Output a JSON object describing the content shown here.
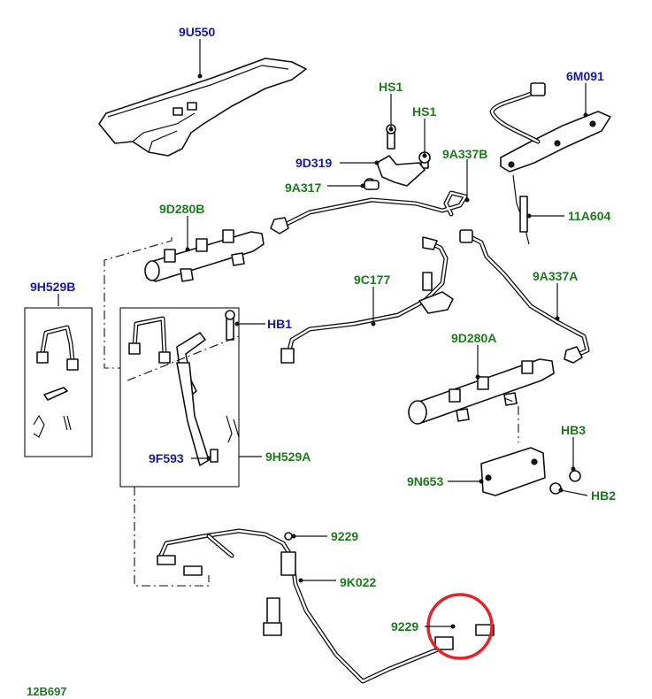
{
  "diagram_id": "12B697",
  "colors": {
    "blue_label": "#1a1a9e",
    "green_label": "#1f7a1f",
    "highlight_circle": "#e0262a"
  },
  "labels": {
    "l_9U550": "9U550",
    "l_HS1a": "HS1",
    "l_HS1b": "HS1",
    "l_6M091": "6M091",
    "l_9D319": "9D319",
    "l_9A337B": "9A337B",
    "l_9A317": "9A317",
    "l_9D280B": "9D280B",
    "l_11A604": "11A604",
    "l_9H529B": "9H529B",
    "l_9C177": "9C177",
    "l_9A337A": "9A337A",
    "l_HB1": "HB1",
    "l_9D280A": "9D280A",
    "l_HB3": "HB3",
    "l_9F593": "9F593",
    "l_9H529A": "9H529A",
    "l_9N653": "9N653",
    "l_HB2": "HB2",
    "l_9229a": "9229",
    "l_9K022": "9K022",
    "l_9229b": "9229"
  }
}
